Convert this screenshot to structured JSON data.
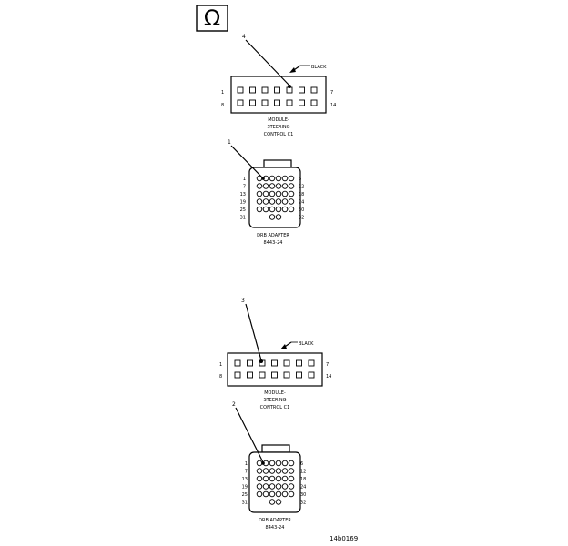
{
  "ohm_symbol": "Ω",
  "figure_id": "14b0169",
  "diagram_top": {
    "color_callout": "BLACK",
    "leader_number": "4",
    "pin_left_top": "1",
    "pin_left_bottom": "8",
    "pin_right_top": "7",
    "pin_right_bottom": "14",
    "module_label": [
      "MODULE-",
      "STEERING",
      "CONTROL C1"
    ]
  },
  "adapter_top": {
    "leader_number": "1",
    "row_left": [
      "1",
      "7",
      "13",
      "19",
      "25",
      "31"
    ],
    "row_right": [
      "6",
      "12",
      "18",
      "24",
      "30",
      "32"
    ],
    "label": [
      "DRB ADAPTER",
      "8443-24"
    ]
  },
  "diagram_bottom": {
    "color_callout": "BLACK",
    "leader_number": "3",
    "pin_left_top": "1",
    "pin_left_bottom": "8",
    "pin_right_top": "7",
    "pin_right_bottom": "14",
    "module_label": [
      "MODULE-",
      "STEERING",
      "CONTROL C1"
    ]
  },
  "adapter_bottom": {
    "leader_number": "2",
    "row_left": [
      "1",
      "7",
      "13",
      "19",
      "25",
      "31"
    ],
    "row_right": [
      "6",
      "12",
      "18",
      "24",
      "30",
      "32"
    ],
    "label": [
      "DRB ADAPTER",
      "8443-24"
    ]
  }
}
